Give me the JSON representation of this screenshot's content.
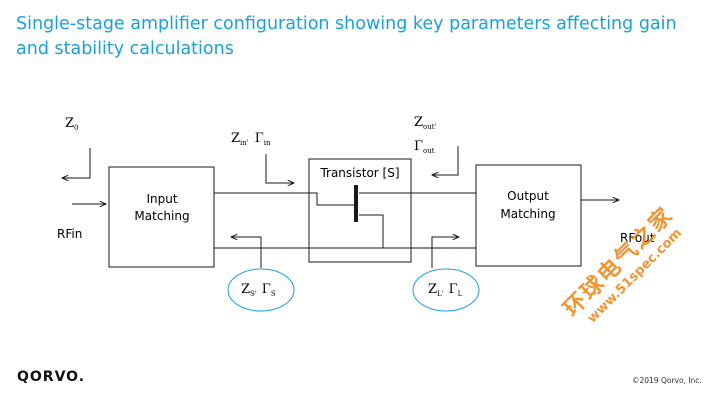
{
  "title": "Single-stage amplifier configuration showing key parameters affecting gain and stability calculations",
  "labels": {
    "z0": "Z",
    "z0_sub": "0",
    "zin": "Z",
    "zin_sub": "in'",
    "gamma_in": "Γ",
    "gamma_in_sub": "in",
    "zout": "Z",
    "zout_sub": "out'",
    "gamma_out": "Γ",
    "gamma_out_sub": "out",
    "rfin": "RFin",
    "rfout": "RFout",
    "input_box_line1": "Input",
    "input_box_line2": "Matching",
    "output_box_line1": "Output",
    "output_box_line2": "Matching",
    "transistor": "Transistor [S]",
    "zs": "Z",
    "zs_sub": "S'",
    "gamma_s": "Γ",
    "gamma_s_sub": "S",
    "zl": "Z",
    "zl_sub": "L'",
    "gamma_l": "Γ",
    "gamma_l_sub": "L"
  },
  "footer": {
    "logo": "QORVO.",
    "copyright": "©2019 Qorvo, Inc."
  },
  "watermark": {
    "chinese": "环球电气之家",
    "url": "www.51spec.com"
  },
  "colors": {
    "title": "#1aa0e0",
    "ellipse_stroke": "#1aa0e0",
    "line": "#1a1a1a",
    "watermark": "#f08a1c"
  }
}
